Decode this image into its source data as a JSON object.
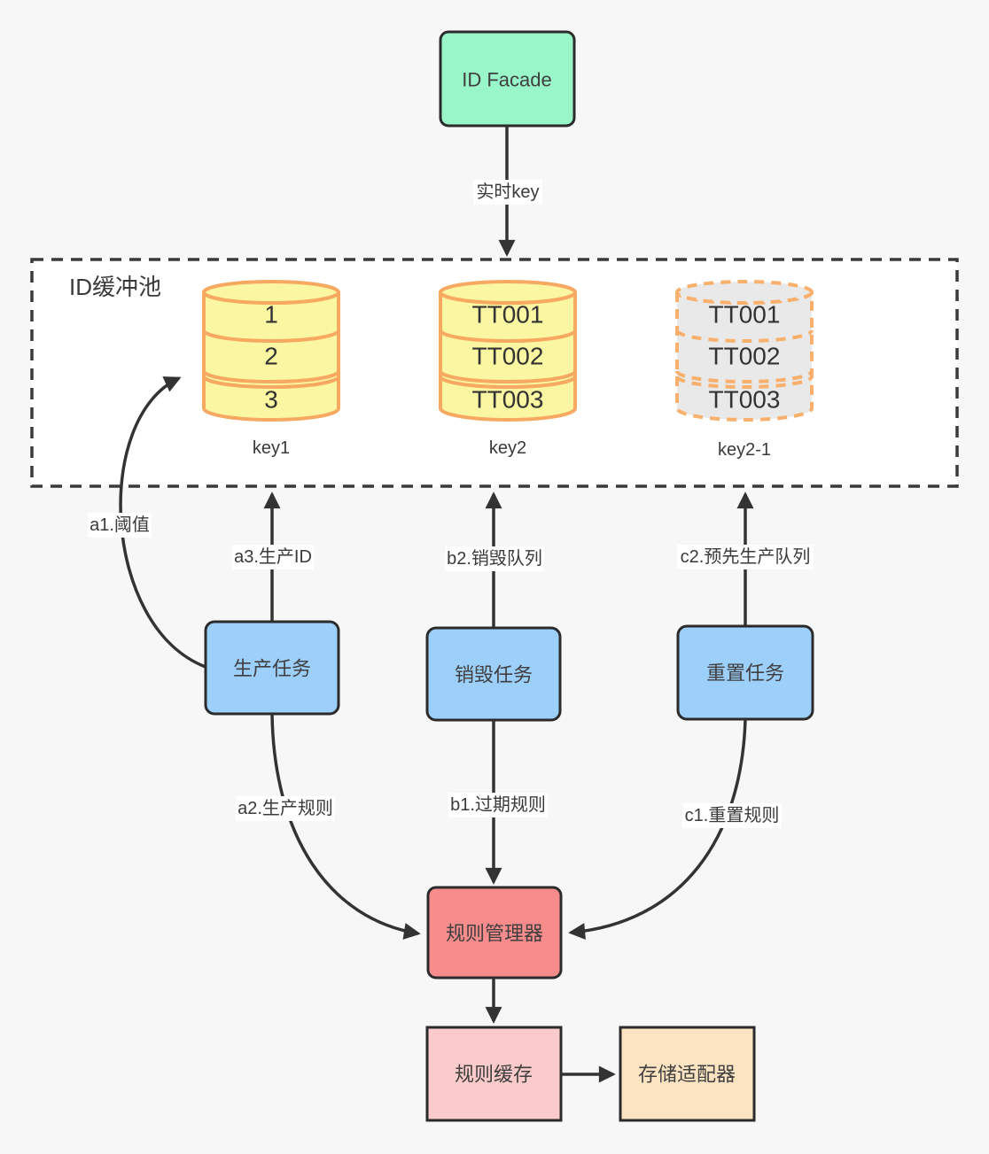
{
  "diagram": {
    "facade": {
      "label": "ID Facade"
    },
    "buffer_pool": {
      "title": "ID缓冲池",
      "cylinders": [
        {
          "label": "key1",
          "rows": [
            "1",
            "2",
            "3"
          ]
        },
        {
          "label": "key2",
          "rows": [
            "TT001",
            "TT002",
            "TT003"
          ]
        },
        {
          "label": "key2-1",
          "rows": [
            "TT001",
            "TT002",
            "TT003"
          ]
        }
      ]
    },
    "tasks": [
      {
        "label": "生产任务"
      },
      {
        "label": "销毁任务"
      },
      {
        "label": "重置任务"
      }
    ],
    "bottom": {
      "rule_manager": "规则管理器",
      "rule_cache": "规则缓存",
      "storage_adapter": "存储适配器"
    },
    "edge_labels": {
      "realtime_key": "实时key",
      "a1": "a1.阈值",
      "a2": "a2.生产规则",
      "a3": "a3.生产ID",
      "b1": "b1.过期规则",
      "b2": "b2.销毁队列",
      "c1": "c1.重置规则",
      "c2": "c2.预先生产队列"
    },
    "colors": {
      "facade_fill": "#99f6c8",
      "task_fill": "#9dcffb",
      "cylinder_fill": "#fbf6a2",
      "cylinder_stroke": "#f7a861",
      "pre_cylinder_fill": "#e9e9e9",
      "pre_cylinder_stroke": "#f8b06c",
      "rule_manager_fill": "#f88c8c",
      "rule_cache_fill": "#fbcaca",
      "storage_adapter_fill": "#fce4c3",
      "line_color": "#333333",
      "pool_fill": "#ffffff"
    }
  }
}
